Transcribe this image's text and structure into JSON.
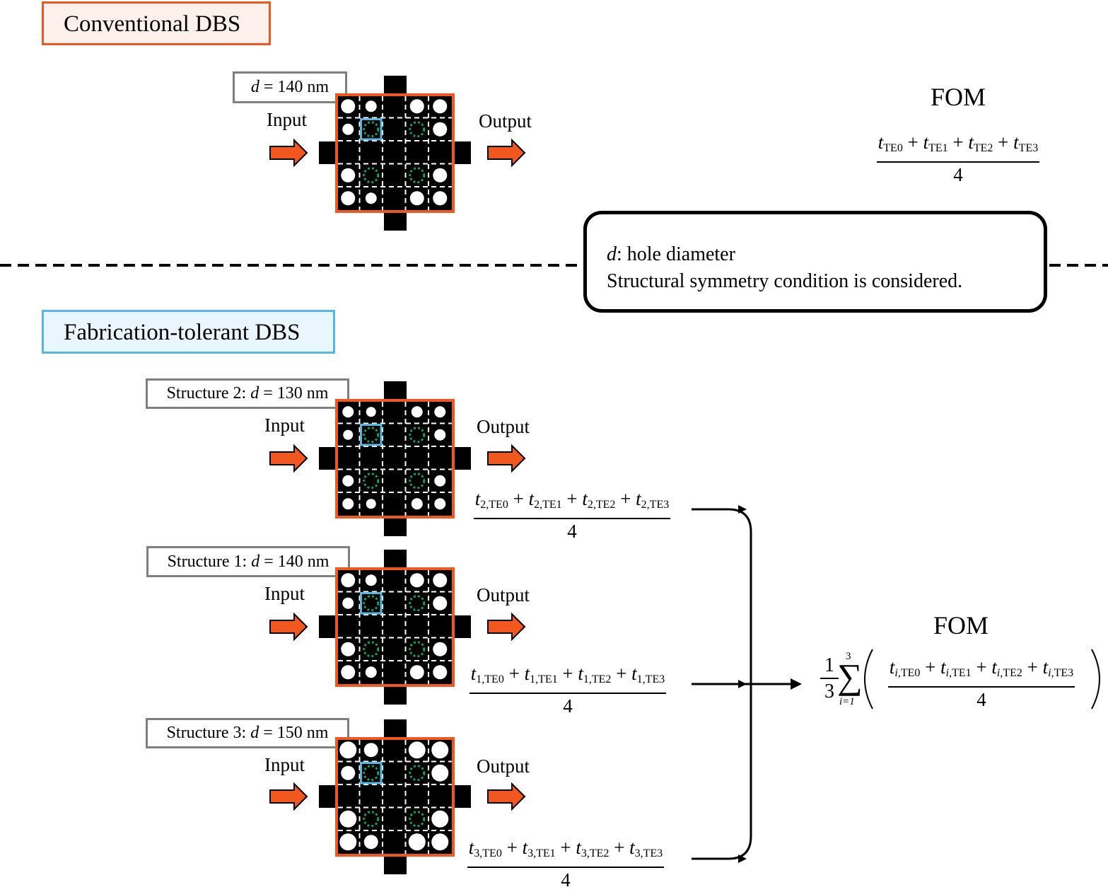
{
  "conventional": {
    "title": "Conventional DBS",
    "param": {
      "var": "d",
      "text": " = 140 nm"
    },
    "input_label": "Input",
    "output_label": "Output",
    "fom_title": "FOM"
  },
  "note": {
    "line1_var": "d",
    "line1_text": ": hole diameter",
    "line2": "Structural symmetry condition is considered."
  },
  "fabrication": {
    "title": "Fabrication-tolerant DBS",
    "fom_title": "FOM",
    "structures": [
      {
        "label": "Structure 2:  ",
        "var": "d",
        "text": " = 130 nm",
        "input_label": "Input",
        "output_label": "Output",
        "index": "2"
      },
      {
        "label": "Structure 1:  ",
        "var": "d",
        "text": " = 140 nm",
        "input_label": "Input",
        "output_label": "Output",
        "index": "1"
      },
      {
        "label": "Structure 3:  ",
        "var": "d",
        "text": " = 150 nm",
        "input_label": "Input",
        "output_label": "Output",
        "index": "3"
      }
    ]
  },
  "formula": {
    "var": "t",
    "plus": "+",
    "denominator": "4",
    "modes": [
      "TE0",
      "TE1",
      "TE2",
      "TE3"
    ],
    "sum_prefix": "1",
    "sum_prefix_den": "3",
    "sum_upper": "3",
    "sum_lower": "i=1",
    "sum_index": "i"
  },
  "colors": {
    "orange": "#f2571f",
    "blue": "#56b7e6",
    "green": "#1a9a5c",
    "gray": "#7f7f7f"
  }
}
